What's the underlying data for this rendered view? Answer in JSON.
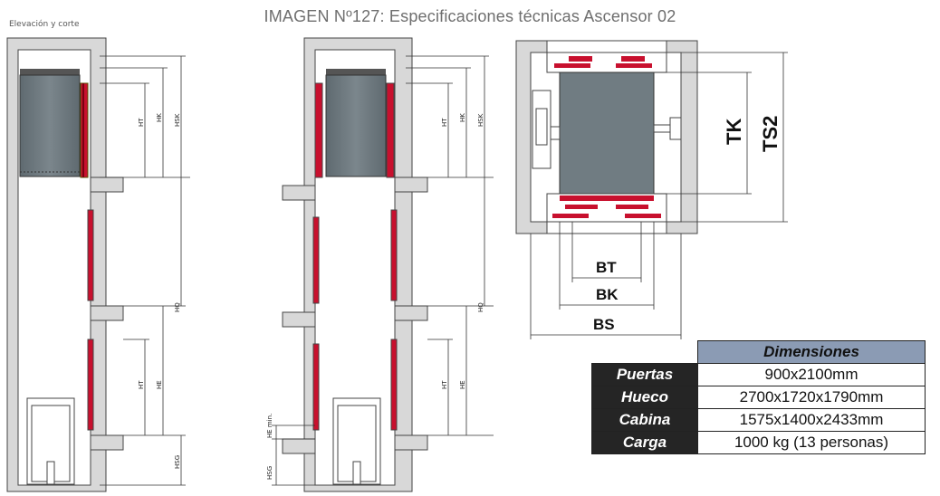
{
  "header": {
    "title": "IMAGEN Nº127: Especificaciones técnicas Ascensor 02",
    "subtitle": "Elevación y corte"
  },
  "labels": {
    "ht": "HT",
    "hk": "HK",
    "hsk": "HSK",
    "hq": "HQ",
    "he": "HE",
    "hsg": "HSG",
    "he_min": "HE min.",
    "tk": "TK",
    "ts2": "TS2",
    "bt": "BT",
    "bk": "BK",
    "bs": "BS"
  },
  "table": {
    "header": "Dimensiones",
    "rows": [
      {
        "label": "Puertas",
        "value": "900x2100mm"
      },
      {
        "label": "Hueco",
        "value": "2700x1720x1790mm"
      },
      {
        "label": "Cabina",
        "value": "1575x1400x2433mm"
      },
      {
        "label": "Carga",
        "value": "1000 kg (13 personas)"
      }
    ]
  },
  "colors": {
    "wall": "#d6d6d6",
    "cabin": "#707c82",
    "door_red": "#c8102e",
    "header_blue": "#8b9bb4",
    "row_dark": "#252525"
  }
}
